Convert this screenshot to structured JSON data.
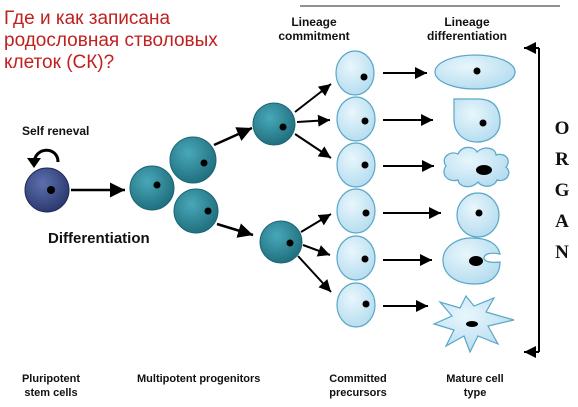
{
  "title": "Где и как записана родословная стволовых клеток (СК)?",
  "labels": {
    "self_renewal": "Self reneval",
    "differentiation": "Differentiation",
    "lineage_commitment": [
      "Lineage",
      "commitment"
    ],
    "lineage_differentiation": [
      "Lineage",
      "differentiation"
    ],
    "organ": [
      "O",
      "R",
      "G",
      "A",
      "N"
    ],
    "pluripotent": [
      "Pluripotent",
      "stem cells"
    ],
    "multipotent": "Multipotent progenitors",
    "committed": [
      "Committed",
      "precursors"
    ],
    "mature": [
      "Mature cell",
      "type"
    ]
  },
  "colors": {
    "title_red": "#c0201f",
    "stem_cell": "#3d4f8c",
    "progenitor": "#2f8a9c",
    "precursor": "#cfe9f5",
    "outline": "#5aa6c7",
    "arrow": "#000000"
  },
  "icons": [
    "self-renewal-arrow-icon"
  ]
}
